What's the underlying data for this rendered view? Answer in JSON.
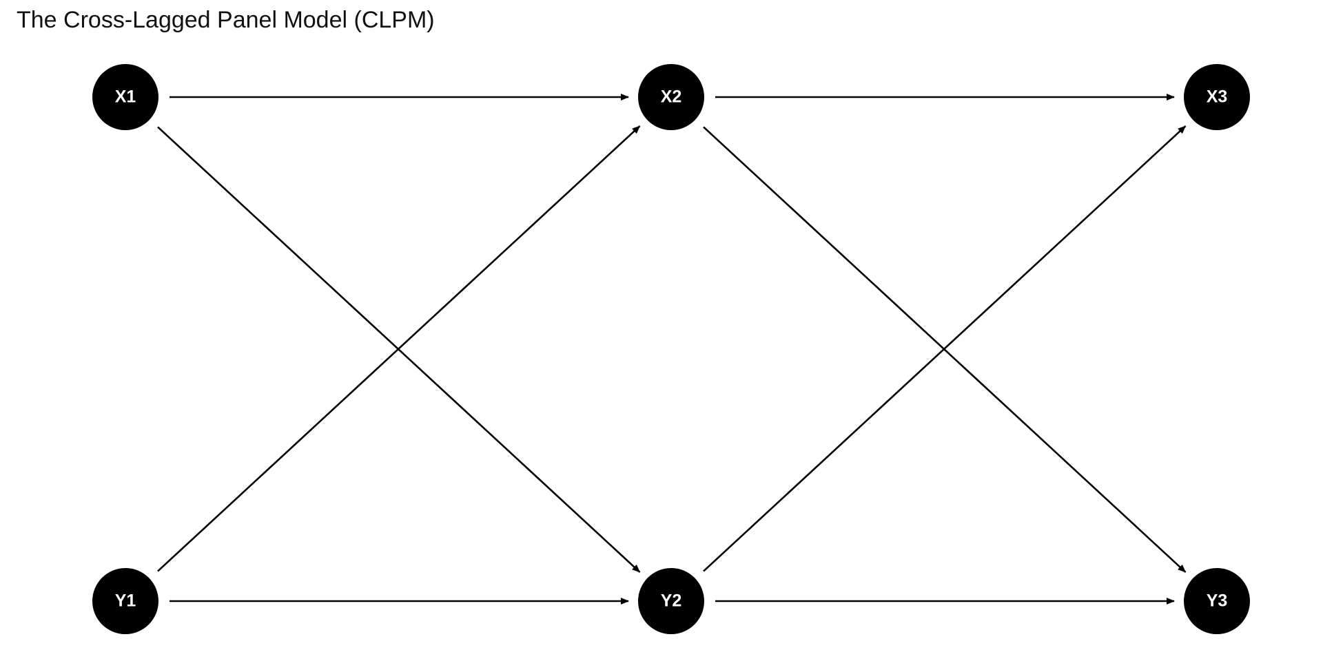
{
  "title": "The Cross-Lagged Panel Model (CLPM)",
  "colors": {
    "node_fill": "#000000",
    "node_text": "#ffffff",
    "edge": "#000000"
  },
  "nodes": [
    {
      "id": "X1",
      "label": "X1",
      "time": 1,
      "variable": "X"
    },
    {
      "id": "X2",
      "label": "X2",
      "time": 2,
      "variable": "X"
    },
    {
      "id": "X3",
      "label": "X3",
      "time": 3,
      "variable": "X"
    },
    {
      "id": "Y1",
      "label": "Y1",
      "time": 1,
      "variable": "Y"
    },
    {
      "id": "Y2",
      "label": "Y2",
      "time": 2,
      "variable": "Y"
    },
    {
      "id": "Y3",
      "label": "Y3",
      "time": 3,
      "variable": "Y"
    }
  ],
  "edges": [
    {
      "from": "X1",
      "to": "X2",
      "kind": "autoregressive"
    },
    {
      "from": "X2",
      "to": "X3",
      "kind": "autoregressive"
    },
    {
      "from": "Y1",
      "to": "Y2",
      "kind": "autoregressive"
    },
    {
      "from": "Y2",
      "to": "Y3",
      "kind": "autoregressive"
    },
    {
      "from": "X1",
      "to": "Y2",
      "kind": "cross-lagged"
    },
    {
      "from": "Y1",
      "to": "X2",
      "kind": "cross-lagged"
    },
    {
      "from": "X2",
      "to": "Y3",
      "kind": "cross-lagged"
    },
    {
      "from": "Y2",
      "to": "X3",
      "kind": "cross-lagged"
    }
  ]
}
